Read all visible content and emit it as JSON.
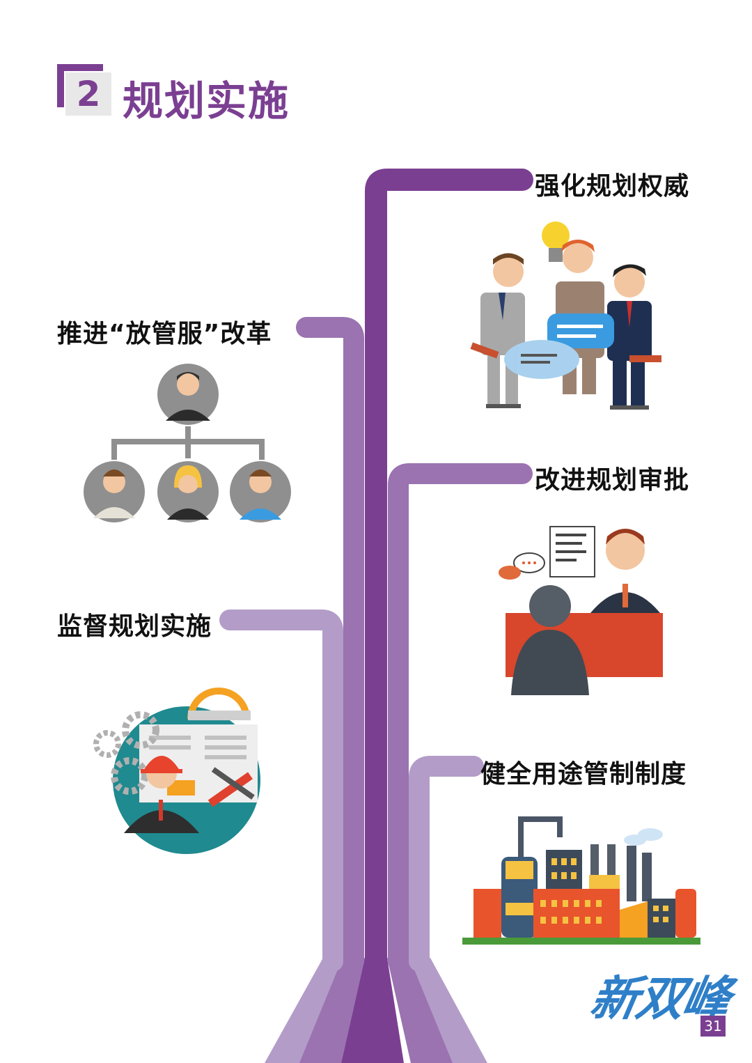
{
  "header": {
    "number": "2",
    "title": "规划实施"
  },
  "branches": {
    "b1": "强化规划权威",
    "b2": "推进“放管服”改革",
    "b3": "改进规划审批",
    "b4": "监督规划实施",
    "b5": "健全用途管制制度"
  },
  "footer": {
    "logo": "新双峰",
    "page_number": "31"
  },
  "colors": {
    "trunk_dark": "#7b3f92",
    "branch_mid": "#9a73b0",
    "branch_light": "#b39dc8",
    "accent_purple": "#7b3f92",
    "logo_blue": "#2f7fc8"
  }
}
